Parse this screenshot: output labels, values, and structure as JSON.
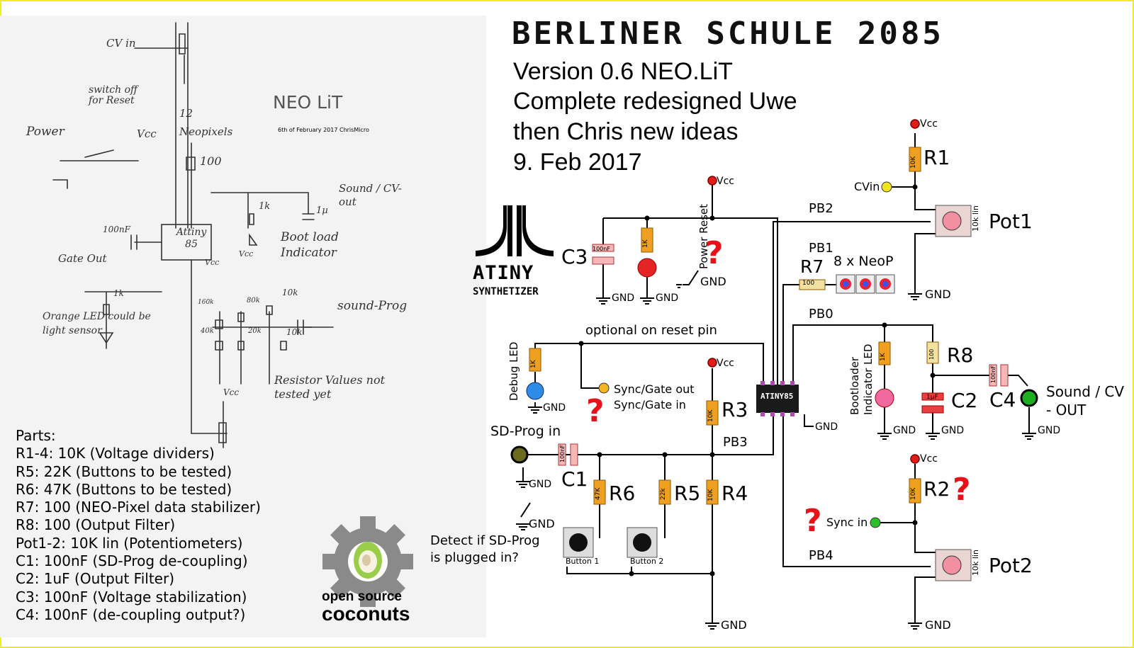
{
  "title": "BERLINER SCHULE 2085",
  "subtitle_lines": [
    "Version 0.6 NEO.LiT",
    "Complete redesigned Uwe",
    "then Chris new ideas",
    "9. Feb 2017"
  ],
  "parts": {
    "heading": "Parts:",
    "items": [
      "R1-4: 10K (Voltage dividers)",
      "R5: 22K (Buttons to be tested)",
      "R6: 47K (Buttons to be tested)",
      "R7: 100 (NEO-Pixel data stabilizer)",
      "R8: 100 (Output Filter)",
      "Pot1-2: 10K lin (Potentiometers)",
      "C1: 100nF (SD-Prog de-coupling)",
      "C2: 1uF (Output Filter)",
      "C3: 100nF (Voltage stabilization)",
      "C4: 100nF (de-coupling output?)"
    ]
  },
  "sketch": {
    "title": "NEO LiT",
    "date_note": "6th of February 2017 ChrisMicro",
    "labels": [
      "CV in",
      "switch off for Reset",
      "Power",
      "Vcc",
      "12 Neopixels",
      "100",
      "Sound / CV-out",
      "1k",
      "1µ",
      "Boot load Indicator",
      "100nF",
      "Attiny 85",
      "Gate Out",
      "1k",
      "Orange LED could be light sensor",
      "Vcc",
      "Vcc",
      "10k",
      "160k",
      "80k",
      "40k",
      "20k",
      "10k",
      "sound-Prog",
      "Resistor Values not tested yet",
      "Vcc"
    ]
  },
  "logo": {
    "line1": "ATINY",
    "line2": "SYNTHETIZER"
  },
  "coconuts": {
    "line1": "open source",
    "line2": "coconuts"
  },
  "schematic": {
    "vcc": "Vcc",
    "gnd": "GND",
    "components": {
      "r1": "R1",
      "r2": "R2",
      "r3": "R3",
      "r4": "R4",
      "r5": "R5",
      "r6": "R6",
      "r7": "R7",
      "r8": "R8",
      "c1": "C1",
      "c2": "C2",
      "c3": "C3",
      "c4": "C4",
      "pot1": "Pot1",
      "pot2": "Pot2",
      "chip": "ATINY85"
    },
    "values": {
      "r1": "10K",
      "r2": "10K",
      "r3": "10K",
      "r4": "10K",
      "r5": "22k",
      "r6": "47K",
      "r7": "100",
      "r8": "100",
      "c1": "100nF",
      "c2": "1µF",
      "c3": "100nF",
      "c4": "100nF",
      "led_1k": "1K",
      "pot_lin": "10k lin"
    },
    "nets": {
      "pb0": "PB0",
      "pb1": "PB1",
      "pb2": "PB2",
      "pb3": "PB3",
      "pb4": "PB4"
    },
    "labels": {
      "cvin": "CVin",
      "neop": "8 x NeoP",
      "power_reset": "Power Reset",
      "optional": "optional on reset pin",
      "debug_led": "Debug LED",
      "sync_gate_out": "Sync/Gate out",
      "sync_gate_in": "Sync/Gate in",
      "sd_prog_in": "SD-Prog in",
      "bootloader": "Bootloader Indicator LED",
      "sound_out": "Sound / CV - OUT",
      "sync_in": "Sync in",
      "button1": "Button 1",
      "button2": "Button 2",
      "detect": "Detect if SD-Prog is plugged in?",
      "question": "?"
    }
  },
  "colors": {
    "frame": "#f1ee1e",
    "question": "#e8111a",
    "resistor": "#f0a020",
    "wire": "#000000"
  }
}
